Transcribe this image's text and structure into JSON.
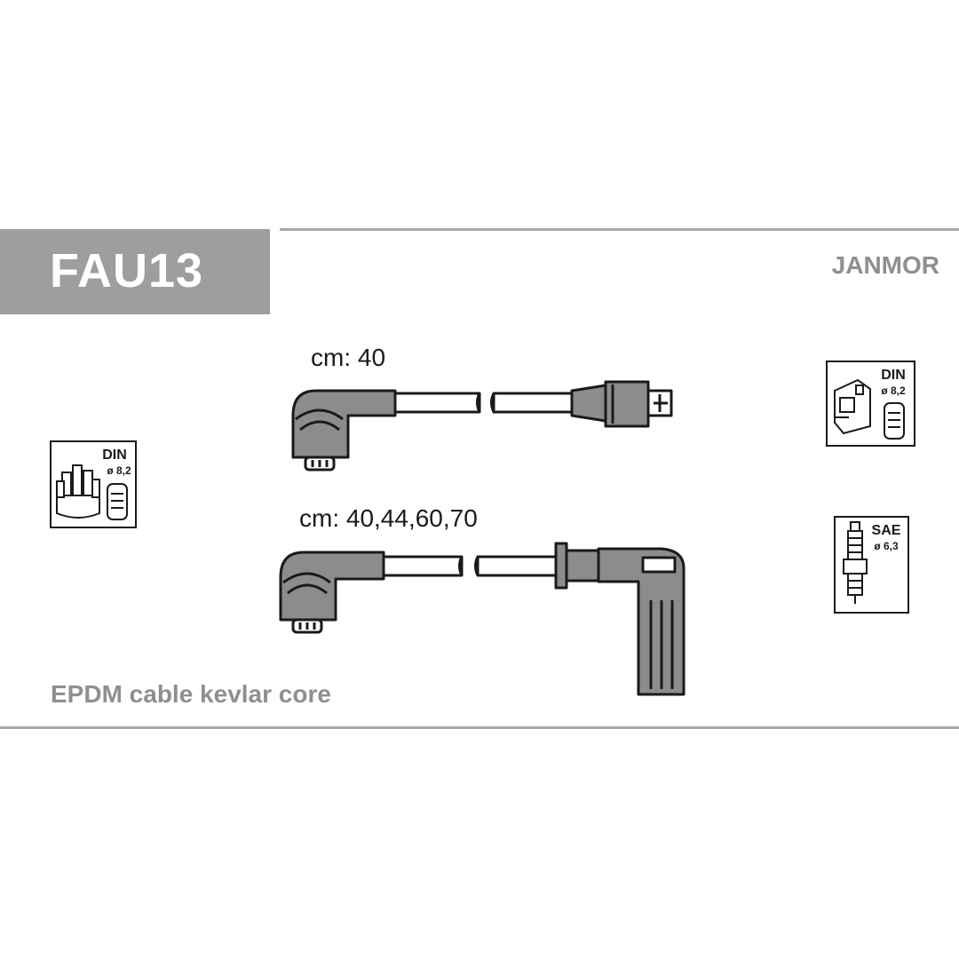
{
  "header": {
    "code": "FAU13",
    "brand": "JANMOR"
  },
  "leads": [
    {
      "length_label": "cm: 40"
    },
    {
      "length_label": "cm: 40,44,60,70"
    }
  ],
  "footer": {
    "cable_note": "EPDM cable kevlar core"
  },
  "badges": {
    "distributor": {
      "standard": "DIN",
      "diameter": "ø 8,2",
      "icon": "distributor-cap-icon"
    },
    "coil": {
      "standard": "DIN",
      "diameter": "ø 8,2",
      "icon": "ignition-coil-icon"
    },
    "plug": {
      "standard": "SAE",
      "diameter": "ø 6,3",
      "icon": "spark-plug-icon"
    }
  },
  "colors": {
    "code_box": "#9e9e9e",
    "part_fill": "#8c8c8c",
    "outline": "#1a1a1a",
    "muted_text": "#8f8f8f"
  }
}
